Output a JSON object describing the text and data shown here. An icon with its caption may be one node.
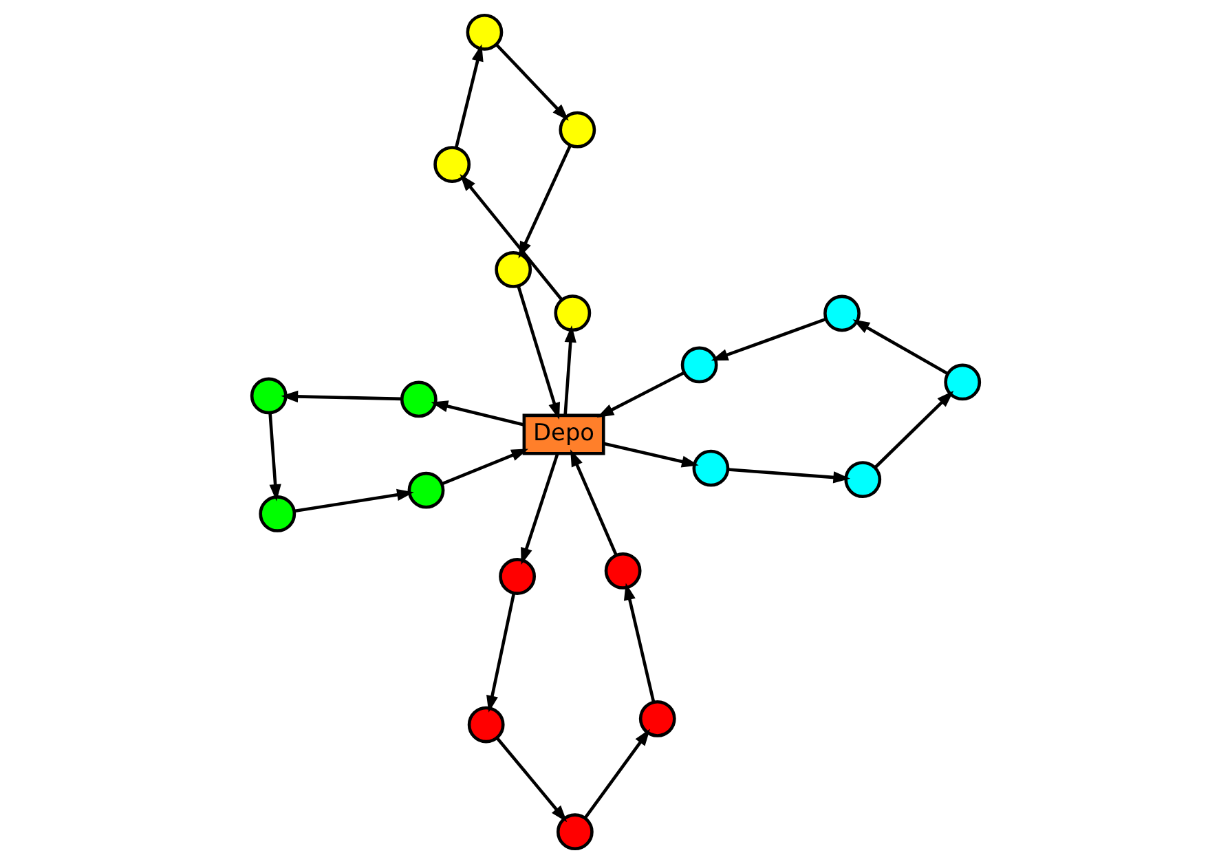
{
  "diagram": {
    "nodes": [
      {
        "text": [
          "Depo"
        ]
      },
      {
        "text": [],
        "shape": "circle"
      },
      {
        "text": [],
        "shape": "circle"
      },
      {
        "text": [],
        "shape": "circle"
      },
      {
        "text": [],
        "shape": "circle"
      },
      {
        "text": [],
        "shape": "circle"
      },
      {
        "text": [],
        "shape": "circle"
      },
      {
        "text": [],
        "shape": "circle"
      },
      {
        "text": [],
        "shape": "circle"
      },
      {
        "text": [],
        "shape": "circle"
      },
      {
        "text": [],
        "shape": "circle"
      },
      {
        "text": [],
        "shape": "circle"
      },
      {
        "text": [],
        "shape": "circle"
      },
      {
        "text": [],
        "shape": "circle"
      },
      {
        "text": [],
        "shape": "circle"
      },
      {
        "text": [],
        "shape": "circle"
      },
      {
        "text": [],
        "shape": "circle"
      },
      {
        "text": [],
        "shape": "circle"
      },
      {
        "text": [],
        "shape": "circle"
      },
      {
        "text": [],
        "shape": "circle"
      }
    ],
    "edges": [
      {
        "from": 0,
        "to": 1,
        "arrow": "to"
      },
      {
        "from": 1,
        "to": 2,
        "arrow": "to"
      },
      {
        "from": 2,
        "to": 3,
        "arrow": "to"
      },
      {
        "from": 3,
        "to": 4,
        "arrow": "to"
      },
      {
        "from": 4,
        "to": 5,
        "arrow": "to"
      },
      {
        "from": 5,
        "to": 0,
        "arrow": "to"
      },
      {
        "from": 0,
        "to": 6,
        "arrow": "to"
      },
      {
        "from": 6,
        "to": 7,
        "arrow": "to"
      },
      {
        "from": 7,
        "to": 8,
        "arrow": "to"
      },
      {
        "from": 8,
        "to": 9,
        "arrow": "to"
      },
      {
        "from": 9,
        "to": 10,
        "arrow": "to"
      },
      {
        "from": 10,
        "to": 0,
        "arrow": "to"
      },
      {
        "from": 0,
        "to": 11,
        "arrow": "to"
      },
      {
        "from": 11,
        "to": 12,
        "arrow": "to"
      },
      {
        "from": 12,
        "to": 13,
        "arrow": "to"
      },
      {
        "from": 13,
        "to": 14,
        "arrow": "to"
      },
      {
        "from": 14,
        "to": 15,
        "arrow": "to"
      },
      {
        "from": 15,
        "to": 0,
        "arrow": "to"
      },
      {
        "from": 0,
        "to": 16,
        "arrow": "to"
      },
      {
        "from": 16,
        "to": 17,
        "arrow": "to"
      },
      {
        "from": 17,
        "to": 18,
        "arrow": "to"
      },
      {
        "from": 18,
        "to": 19,
        "arrow": "to"
      },
      {
        "from": 19,
        "to": 0,
        "arrow": "to"
      }
    ]
  }
}
